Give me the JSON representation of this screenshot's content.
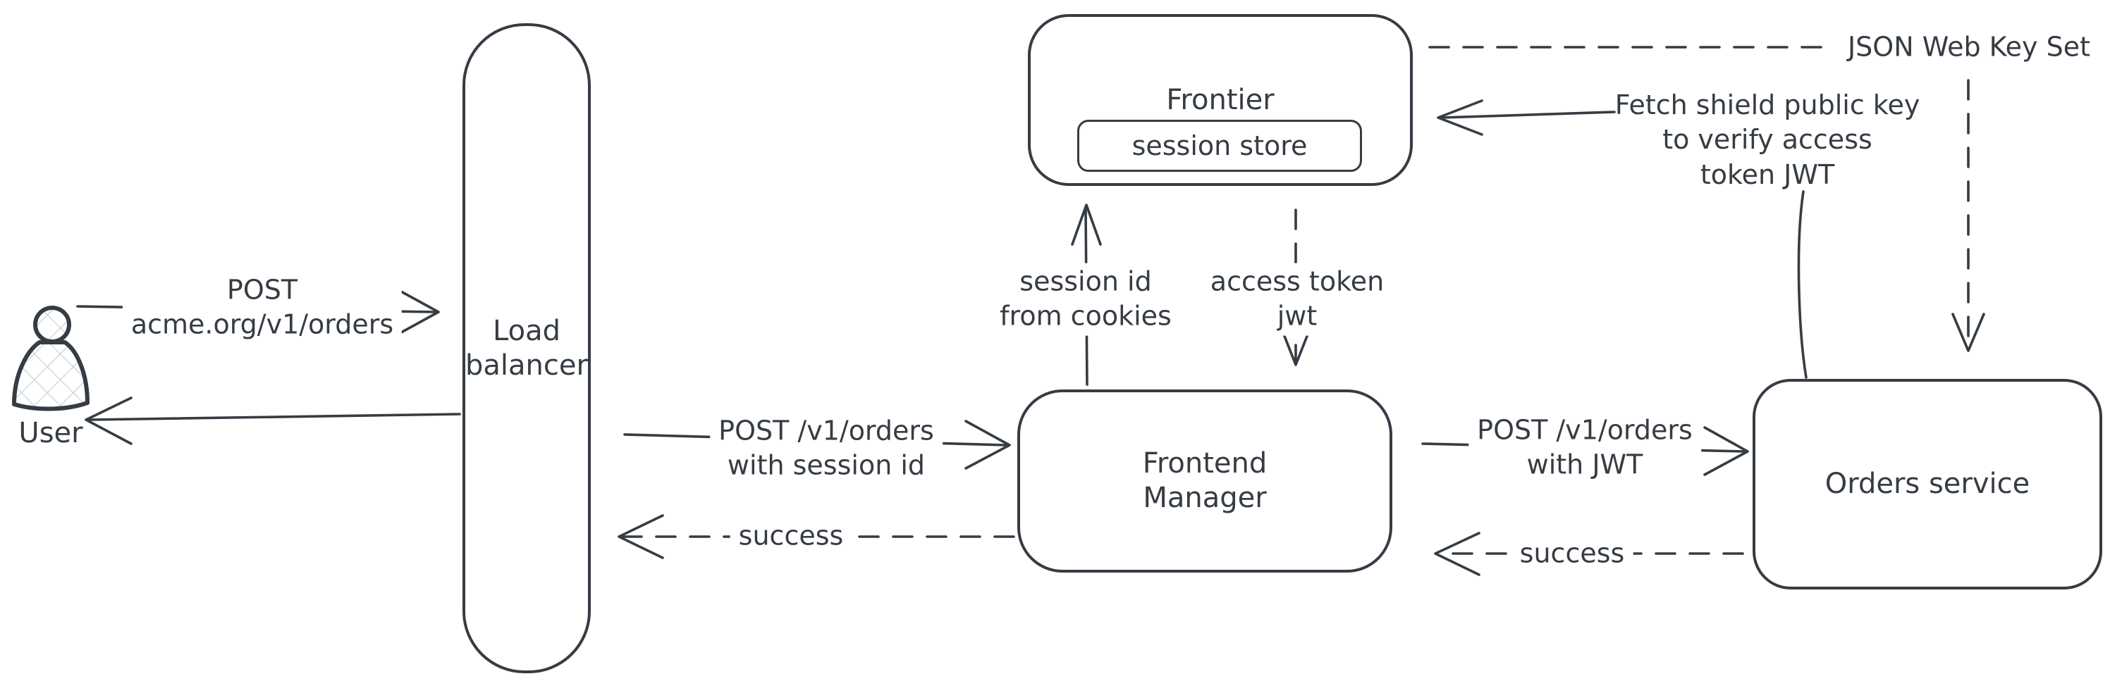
{
  "diagram": {
    "type": "architecture-flow",
    "colors": {
      "stroke": "#363c44",
      "text": "#363c44",
      "background": "#ffffff",
      "user_hatch_fill": "#c9d3de"
    },
    "nodes": {
      "user": {
        "label": "User",
        "icon": "person-icon"
      },
      "load_balancer": {
        "label": "Load\nbalancer"
      },
      "frontier": {
        "label": "Frontier"
      },
      "session_store": {
        "label": "session store"
      },
      "frontend_manager": {
        "label": "Frontend\nManager"
      },
      "orders_service": {
        "label": "Orders service"
      }
    },
    "edges": {
      "user_to_load_balancer": {
        "label": "POST\nacme.org/v1/orders",
        "style": "solid",
        "direction": "right"
      },
      "load_balancer_to_user": {
        "label": "",
        "style": "solid",
        "direction": "left"
      },
      "load_balancer_to_frontend_manager": {
        "label": "POST /v1/orders\nwith session id",
        "style": "solid",
        "direction": "right"
      },
      "frontend_manager_to_load_balancer": {
        "label": "success",
        "style": "dashed",
        "direction": "left"
      },
      "frontend_manager_to_frontier": {
        "label": "session id\nfrom cookies",
        "style": "solid",
        "direction": "up"
      },
      "frontier_to_frontend_manager": {
        "label": "access token\njwt",
        "style": "dashed",
        "direction": "down"
      },
      "frontend_manager_to_orders_service": {
        "label": "POST /v1/orders\nwith JWT",
        "style": "solid",
        "direction": "right"
      },
      "orders_service_to_frontend_manager": {
        "label": "success",
        "style": "dashed",
        "direction": "left"
      },
      "frontier_to_json_web_key_set": {
        "label": "JSON Web Key Set",
        "style": "dashed",
        "direction": "down-into-orders-service"
      },
      "orders_service_to_frontier": {
        "label": "Fetch shield public key\nto verify access\ntoken JWT",
        "style": "solid",
        "direction": "left"
      }
    }
  }
}
